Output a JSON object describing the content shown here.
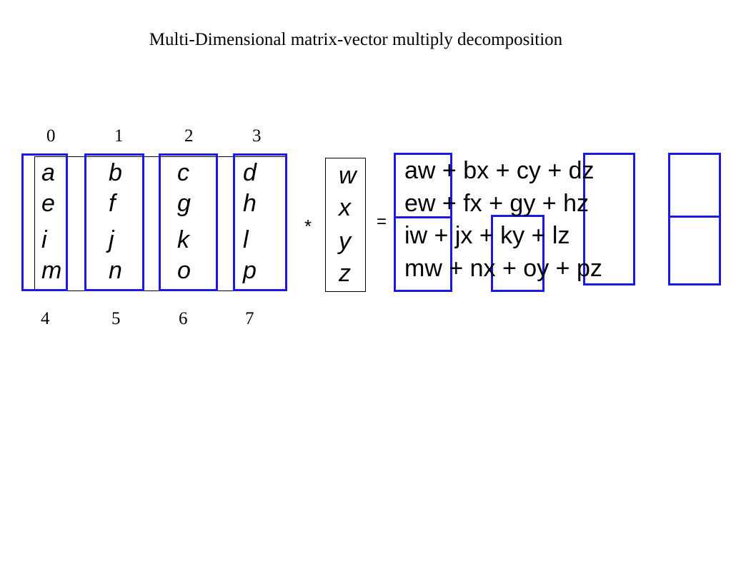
{
  "title": "Multi-Dimensional matrix-vector multiply decomposition",
  "top_indices": [
    "0",
    "1",
    "2",
    "3"
  ],
  "bottom_indices": [
    "4",
    "5",
    "6",
    "7"
  ],
  "matrix_columns": [
    [
      "a",
      "e",
      "i",
      "m"
    ],
    [
      "b",
      "f",
      "j",
      "n"
    ],
    [
      "c",
      "g",
      "k",
      "o"
    ],
    [
      "d",
      "h",
      "l",
      "p"
    ]
  ],
  "vector": [
    "w",
    "x",
    "y",
    "z"
  ],
  "multiply_sign": "*",
  "equals_sign": "=",
  "result_rows": [
    "aw + bx + cy + dz",
    "ew + fx + gy + hz",
    "iw + jx + ky + lz",
    "mw + nx + oy + pz"
  ],
  "colors": {
    "highlight": "#1a1ae6",
    "outline": "#000000"
  }
}
